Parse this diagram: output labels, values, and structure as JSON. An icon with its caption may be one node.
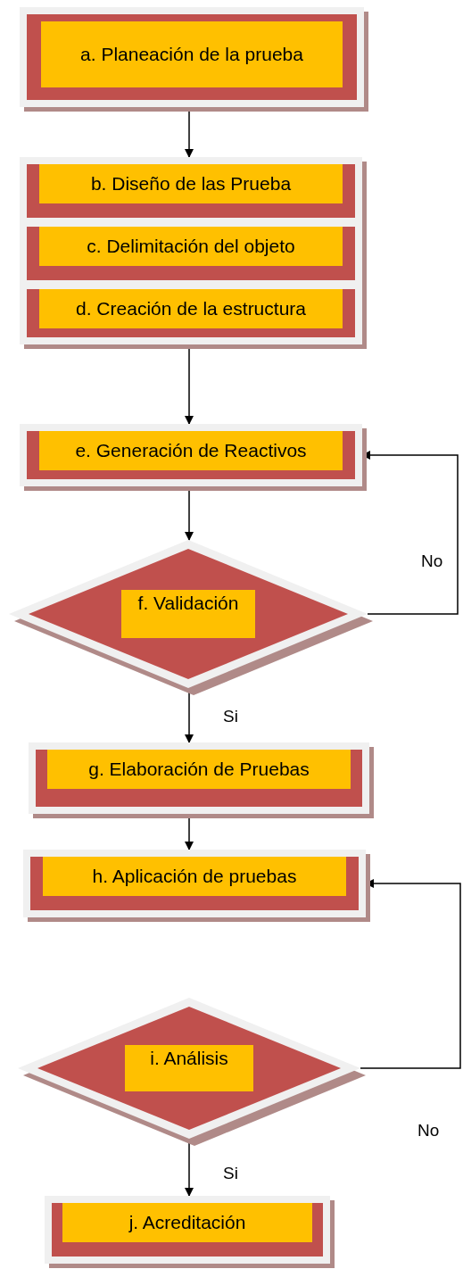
{
  "diagram": {
    "nodes": [
      {
        "text": [
          "a. Planeación de la prueba"
        ]
      },
      {
        "text": [
          "b. Diseño de las Prueba"
        ]
      },
      {
        "text": [
          "c. Delimitación del objeto"
        ]
      },
      {
        "text": [
          "d. Creación de la estructura"
        ]
      },
      {
        "text": [
          "e. Generación de Reactivos"
        ]
      },
      {
        "text": [
          "f. Validación"
        ]
      },
      {
        "text": [
          "g. Elaboración de Pruebas"
        ]
      },
      {
        "text": [
          "h. Aplicación de pruebas"
        ]
      },
      {
        "text": [
          "i. Análisis"
        ]
      },
      {
        "text": [
          "j. Acreditación"
        ]
      }
    ],
    "edges": [
      {
        "from": 0,
        "to": 1,
        "arrow": "to"
      },
      {
        "from": 3,
        "to": 4,
        "arrow": "to"
      },
      {
        "from": 4,
        "to": 5,
        "arrow": "to"
      },
      {
        "from": 5,
        "to": 4,
        "arrow": "to",
        "label": "No"
      },
      {
        "from": 5,
        "to": 6,
        "arrow": "to",
        "label": "Si"
      },
      {
        "from": 6,
        "to": 7,
        "arrow": "to"
      },
      {
        "from": 8,
        "to": 7,
        "arrow": "to",
        "label": "No"
      },
      {
        "from": 8,
        "to": 9,
        "arrow": "to",
        "label": "Si"
      }
    ]
  }
}
